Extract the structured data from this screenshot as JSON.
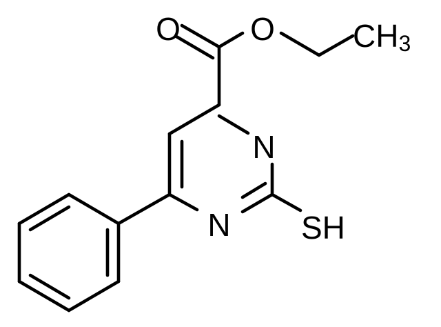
{
  "structure": {
    "atoms": {
      "carbonyl_oxygen": "O",
      "ester_oxygen": "O",
      "methyl": {
        "main": "CH",
        "subscript": "3"
      },
      "ring_nitrogen_upper": "N",
      "ring_nitrogen_lower": "N",
      "thiol": "SH"
    },
    "colors": {
      "bond": "#000000",
      "label": "#000000",
      "background": "#ffffff"
    }
  }
}
